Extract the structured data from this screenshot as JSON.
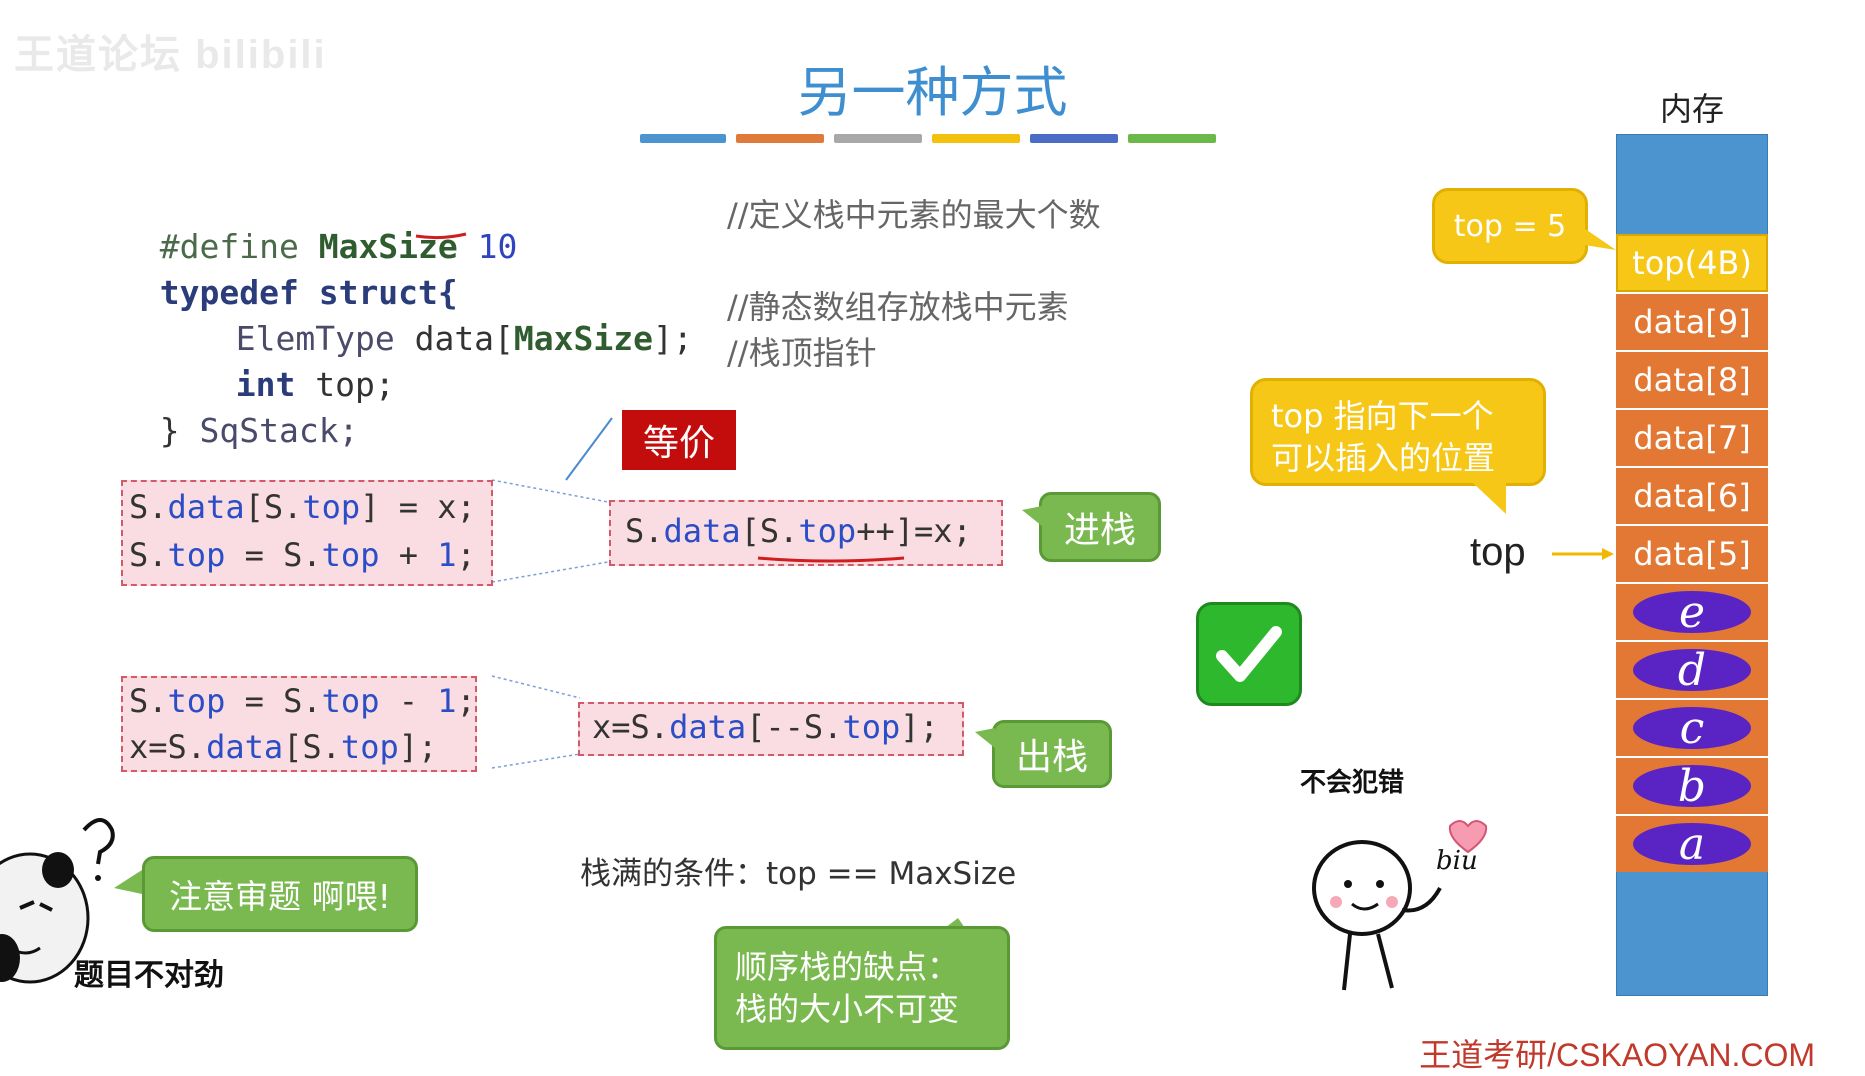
{
  "watermark": "王道论坛 bilibili",
  "title": "另一种方式",
  "title_bar_colors": [
    "#4c94d0",
    "#e07a3a",
    "#a8a8a8",
    "#f2c20f",
    "#4a6cc4",
    "#6cb94a"
  ],
  "code": {
    "line1": {
      "define": "#define",
      "name": "MaxSize",
      "value": "10",
      "comment": "//定义栈中元素的最大个数"
    },
    "line2": {
      "typedef": "typedef",
      "struct": "struct{"
    },
    "line3": {
      "type": "ElemType",
      "rest_a": "data[",
      "size": "MaxSize",
      "rest_b": "];",
      "comment": "//静态数组存放栈中元素"
    },
    "line4": {
      "type": "int",
      "rest": "top;",
      "comment": "//栈顶指针"
    },
    "line5": {
      "brace": "}",
      "name": "SqStack;"
    }
  },
  "equivalent_label": "等价",
  "push": {
    "left_line1": {
      "a": "S.",
      "b": "data",
      "c": "[S.",
      "d": "top",
      "e": "] = x;"
    },
    "left_line2": {
      "a": "S.",
      "b": "top",
      "c": " = S.",
      "d": "top",
      "e": " + ",
      "f": "1",
      "g": ";"
    },
    "right": {
      "a": "S.",
      "b": "data",
      "c": "[S.",
      "d": "top",
      "e": "++]=x;"
    },
    "label": "进栈"
  },
  "pop": {
    "left_line1": {
      "a": "S.",
      "b": "top",
      "c": " = S.",
      "d": "top",
      "e": " - ",
      "f": "1",
      "g": ";"
    },
    "left_line2": {
      "a": "x=S.",
      "b": "data",
      "c": "[S.",
      "d": "top",
      "e": "];"
    },
    "right": {
      "a": "x=S.",
      "b": "data",
      "c": "[--S.",
      "d": "top",
      "e": "];"
    },
    "label": "出栈"
  },
  "top_eq_bubble": "top = 5",
  "top_points_bubble": {
    "line1": "top 指向下一个",
    "line2": "可以插入的位置"
  },
  "top_pointer_label": "top",
  "never_wrong_label": "不会犯错",
  "biu_label": "biu",
  "stack_full_condition": "栈满的条件：top == MaxSize",
  "drawback_bubble": {
    "line1": "顺序栈的缺点：",
    "line2": "栈的大小不可变"
  },
  "note_bubble": "注意审题 啊喂!",
  "wrong_label": "题目不对劲",
  "memory": {
    "header": "内存",
    "top_cell": "top(4B)",
    "data_cells": [
      "data[9]",
      "data[8]",
      "data[7]",
      "data[6]",
      "data[5]"
    ],
    "elements": [
      "e",
      "d",
      "c",
      "b",
      "a"
    ]
  },
  "footer": "王道考研/CSKAOYAN.COM",
  "colors": {
    "accent_blue": "#3f8fd0",
    "push_green": "#7ab94f",
    "memory_orange": "#e27833",
    "memory_blue": "#4c94d0",
    "top_yellow": "#f6c716"
  }
}
